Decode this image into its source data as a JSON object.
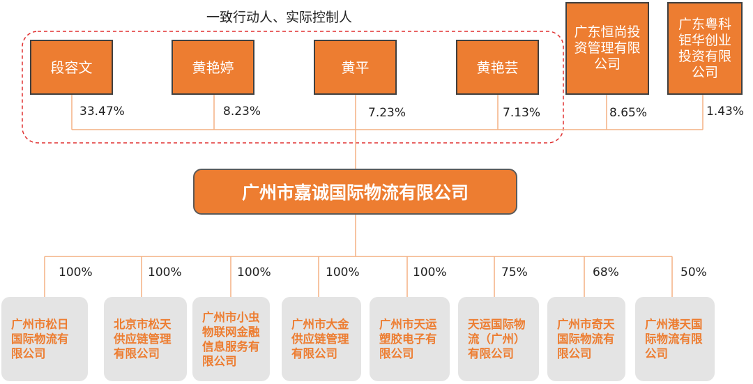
{
  "group_label": "一致行动人、实际控制人",
  "shareholders": [
    {
      "name": "段容文",
      "pct": "33.47%"
    },
    {
      "name": "黄艳婷",
      "pct": "8.23%"
    },
    {
      "name": "黄平",
      "pct": "7.23%"
    },
    {
      "name": "黄艳芸",
      "pct": "7.13%"
    },
    {
      "name": "广东恒尚投资管理有限公司",
      "pct": "8.65%"
    },
    {
      "name": "广东粤科钜华创业投资有限公司",
      "pct": "1.43%"
    }
  ],
  "company": "广州市嘉诚国际物流有限公司",
  "subsidiaries": [
    {
      "name": "广州市松日国际物流有限公司",
      "pct": "100%"
    },
    {
      "name": "北京市松天供应链管理有限公司",
      "pct": "100%"
    },
    {
      "name": "广州市小虫物联网金融信息服务有限公司",
      "pct": "100%"
    },
    {
      "name": "广州市大金供应链管理有限公司",
      "pct": "100%"
    },
    {
      "name": "广州市天运塑胶电子有限公司",
      "pct": "100%"
    },
    {
      "name": "天运国际物流（广州）有限公司",
      "pct": "75%"
    },
    {
      "name": "广州市奇天国际物流有限公司",
      "pct": "68%"
    },
    {
      "name": "广州港天国际物流有限公司",
      "pct": "50%"
    }
  ]
}
